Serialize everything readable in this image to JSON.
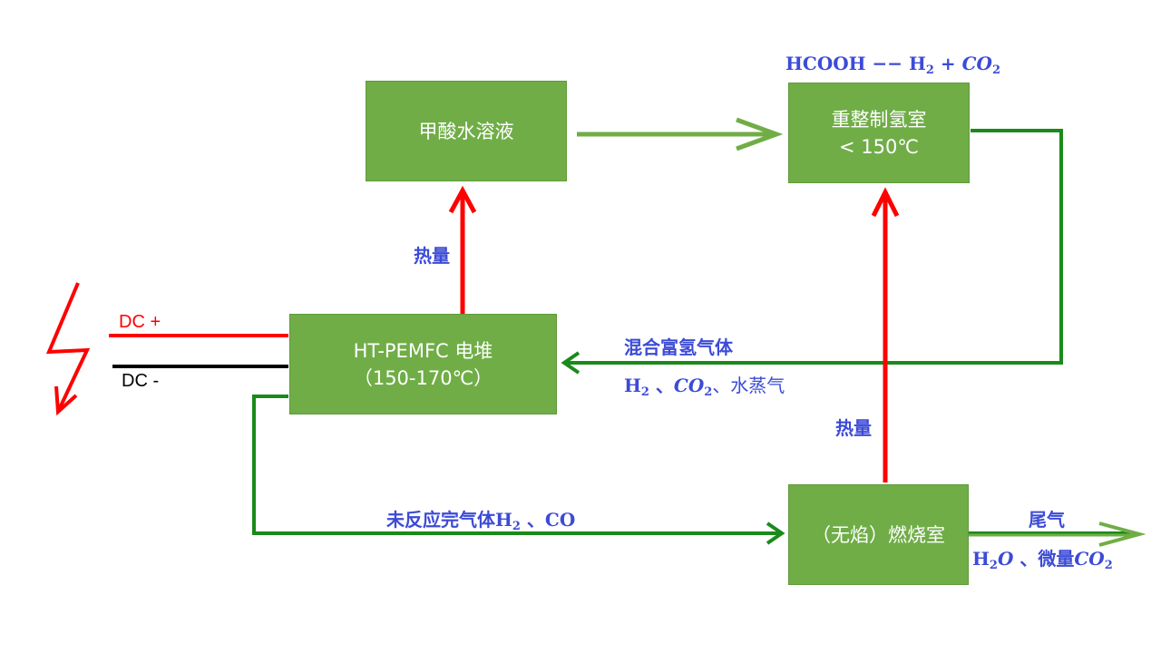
{
  "nodes": {
    "formic_solution": {
      "label": "甲酸水溶液"
    },
    "reformer": {
      "line1": "重整制氢室",
      "line2": "< 150℃"
    },
    "fuel_cell": {
      "line1": "HT-PEMFC 电堆",
      "line2": "（150-170℃）"
    },
    "combustor": {
      "label": "（无焰）燃烧室"
    }
  },
  "labels": {
    "reaction": {
      "a": "HCOOH −− ",
      "h": "H",
      "h_sub": "2",
      "plus": " + ",
      "co": "CO",
      "co_sub": "2"
    },
    "heat_top": "热量",
    "heat_right": "热量",
    "mixed_gas": "混合富氢气体",
    "mixed_components": {
      "h": "H",
      "h_sub": "2",
      "sep1": " 、",
      "co": "CO",
      "co_sub": "2",
      "rest": "、水蒸气"
    },
    "unreacted": {
      "text": "未反应完气体H",
      "sub": "2",
      "rest": " 、CO"
    },
    "exhaust": "尾气",
    "exhaust_components": {
      "h": "H",
      "h_sub": "2",
      "o": "O",
      "sep": " 、微量",
      "co": "CO",
      "co_sub": "2"
    },
    "dc_plus": "DC +",
    "dc_minus": "DC -"
  },
  "colors": {
    "box_fill": "#70ad47",
    "flow_green": "#1a8a1a",
    "heat_red": "#ff0000",
    "label_blue": "#3c4bd6",
    "light_green_arrow": "#70ad47"
  }
}
